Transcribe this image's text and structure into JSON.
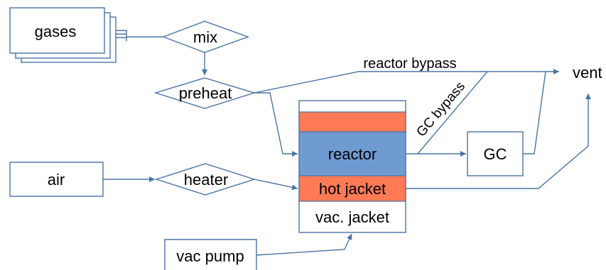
{
  "colors": {
    "line": "#4a73a6",
    "reactor_fill": "#6f9bd1",
    "hot_fill": "#ff7a55",
    "box_fill": "#ffffff"
  },
  "nodes": {
    "gases": "gases",
    "mix": "mix",
    "preheat": "preheat",
    "air": "air",
    "heater": "heater",
    "reactor": "reactor",
    "hot_jacket": "hot jacket",
    "vac_jacket": "vac. jacket",
    "gc": "GC",
    "vent": "vent",
    "vac_pump": "vac pump"
  },
  "edges": {
    "reactor_bypass": "reactor bypass",
    "gc_bypass": "GC bypass"
  }
}
